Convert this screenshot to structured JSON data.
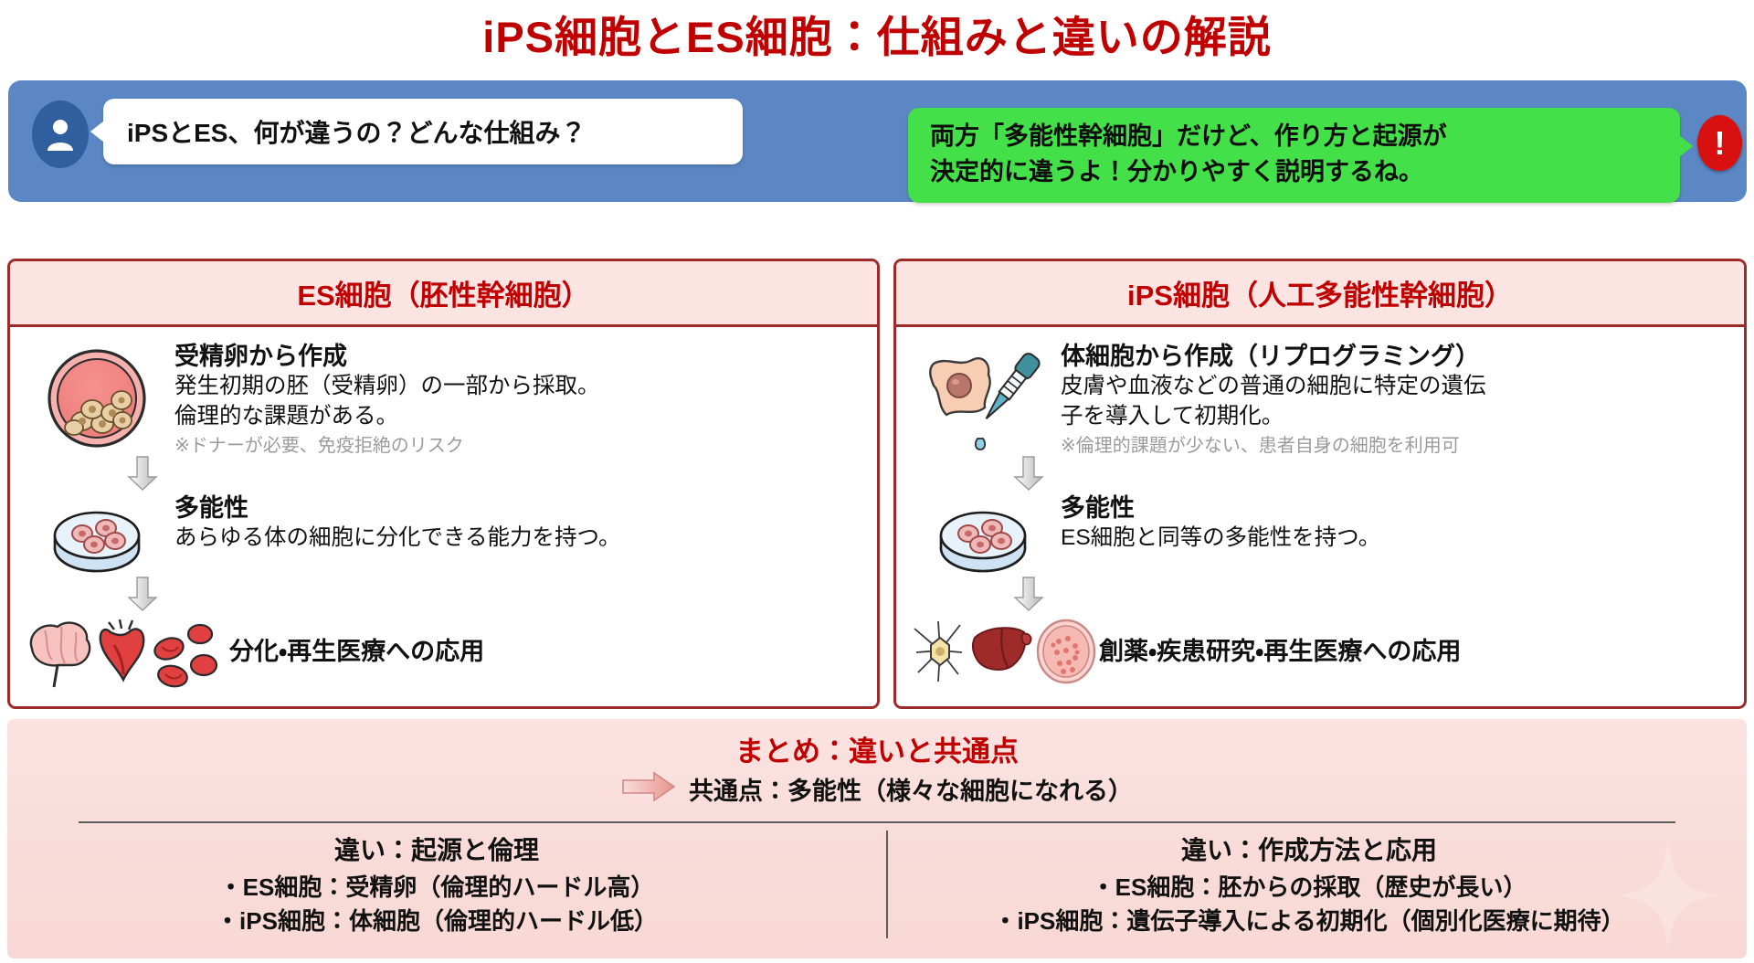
{
  "page": {
    "title": "iPS細胞とES細胞：仕組みと違いの解説"
  },
  "colors": {
    "title_red": "#c00000",
    "band_blue": "#5b87c5",
    "avatar_blue": "#2f5f9e",
    "reply_green": "#44e04a",
    "alert_red": "#d81010",
    "panel_border": "#9e2b2b",
    "panel_header_pink": "#fbe4e2",
    "summary_pink": "#fbe3e1",
    "note_gray": "#9b9b9b"
  },
  "chat": {
    "avatar_icon": "person-icon",
    "question": "iPSとES、何が違うの？どんな仕組み？",
    "answer_line1": "両方「多能性幹細胞」だけど、作り方と起源が",
    "answer_line2": "決定的に違うよ！分かりやすく説明するね。",
    "alert_icon": "exclamation-icon",
    "alert_label": "!"
  },
  "panels": [
    {
      "id": "es",
      "header": "ES細胞（胚性幹細胞）",
      "rows": [
        {
          "icon": "blastocyst-icon",
          "head": "受精卵から作成",
          "sub_lines": [
            "発生初期の胚（受精卵）の一部から採取。",
            "倫理的な課題がある。"
          ],
          "note": "※ドナーが必要、免疫拒絶のリスク"
        },
        {
          "icon": "petri-dish-icon",
          "head": "多能性",
          "sub_lines": [
            "あらゆる体の細胞に分化できる能力を持つ。"
          ],
          "note": ""
        },
        {
          "icon": "brain-heart-blood-icon",
          "head": "分化・再生医療への応用",
          "sub_lines": [],
          "note": ""
        }
      ]
    },
    {
      "id": "ips",
      "header": "iPS細胞（人工多能性幹細胞）",
      "rows": [
        {
          "icon": "somatic-cell-pipette-icon",
          "head": "体細胞から作成（リプログラミング）",
          "sub_lines": [
            "皮膚や血液などの普通の細胞に特定の遺伝",
            "子を導入して初期化。"
          ],
          "note": "※倫理的課題が少ない、患者自身の細胞を利用可"
        },
        {
          "icon": "petri-dish-icon",
          "head": "多能性",
          "sub_lines": [
            "ES細胞と同等の多能性を持つ。"
          ],
          "note": ""
        },
        {
          "icon": "neuron-liver-organoid-icon",
          "head": "創薬・疾患研究・再生医療への応用",
          "sub_lines": [],
          "note": ""
        }
      ]
    }
  ],
  "summary": {
    "title": "まとめ：違いと共通点",
    "arrow_icon": "right-arrow-icon",
    "common_point": "共通点：多能性（様々な細胞になれる）",
    "columns": [
      {
        "heading": "違い：起源と倫理",
        "items": [
          "ES細胞：受精卵（倫理的ハードル高）",
          "iPS細胞：体細胞（倫理的ハードル低）"
        ]
      },
      {
        "heading": "違い：作成方法と応用",
        "items": [
          "ES細胞：胚からの採取（歴史が長い）",
          "iPS細胞：遺伝子導入による初期化（個別化医療に期待）"
        ]
      }
    ]
  }
}
